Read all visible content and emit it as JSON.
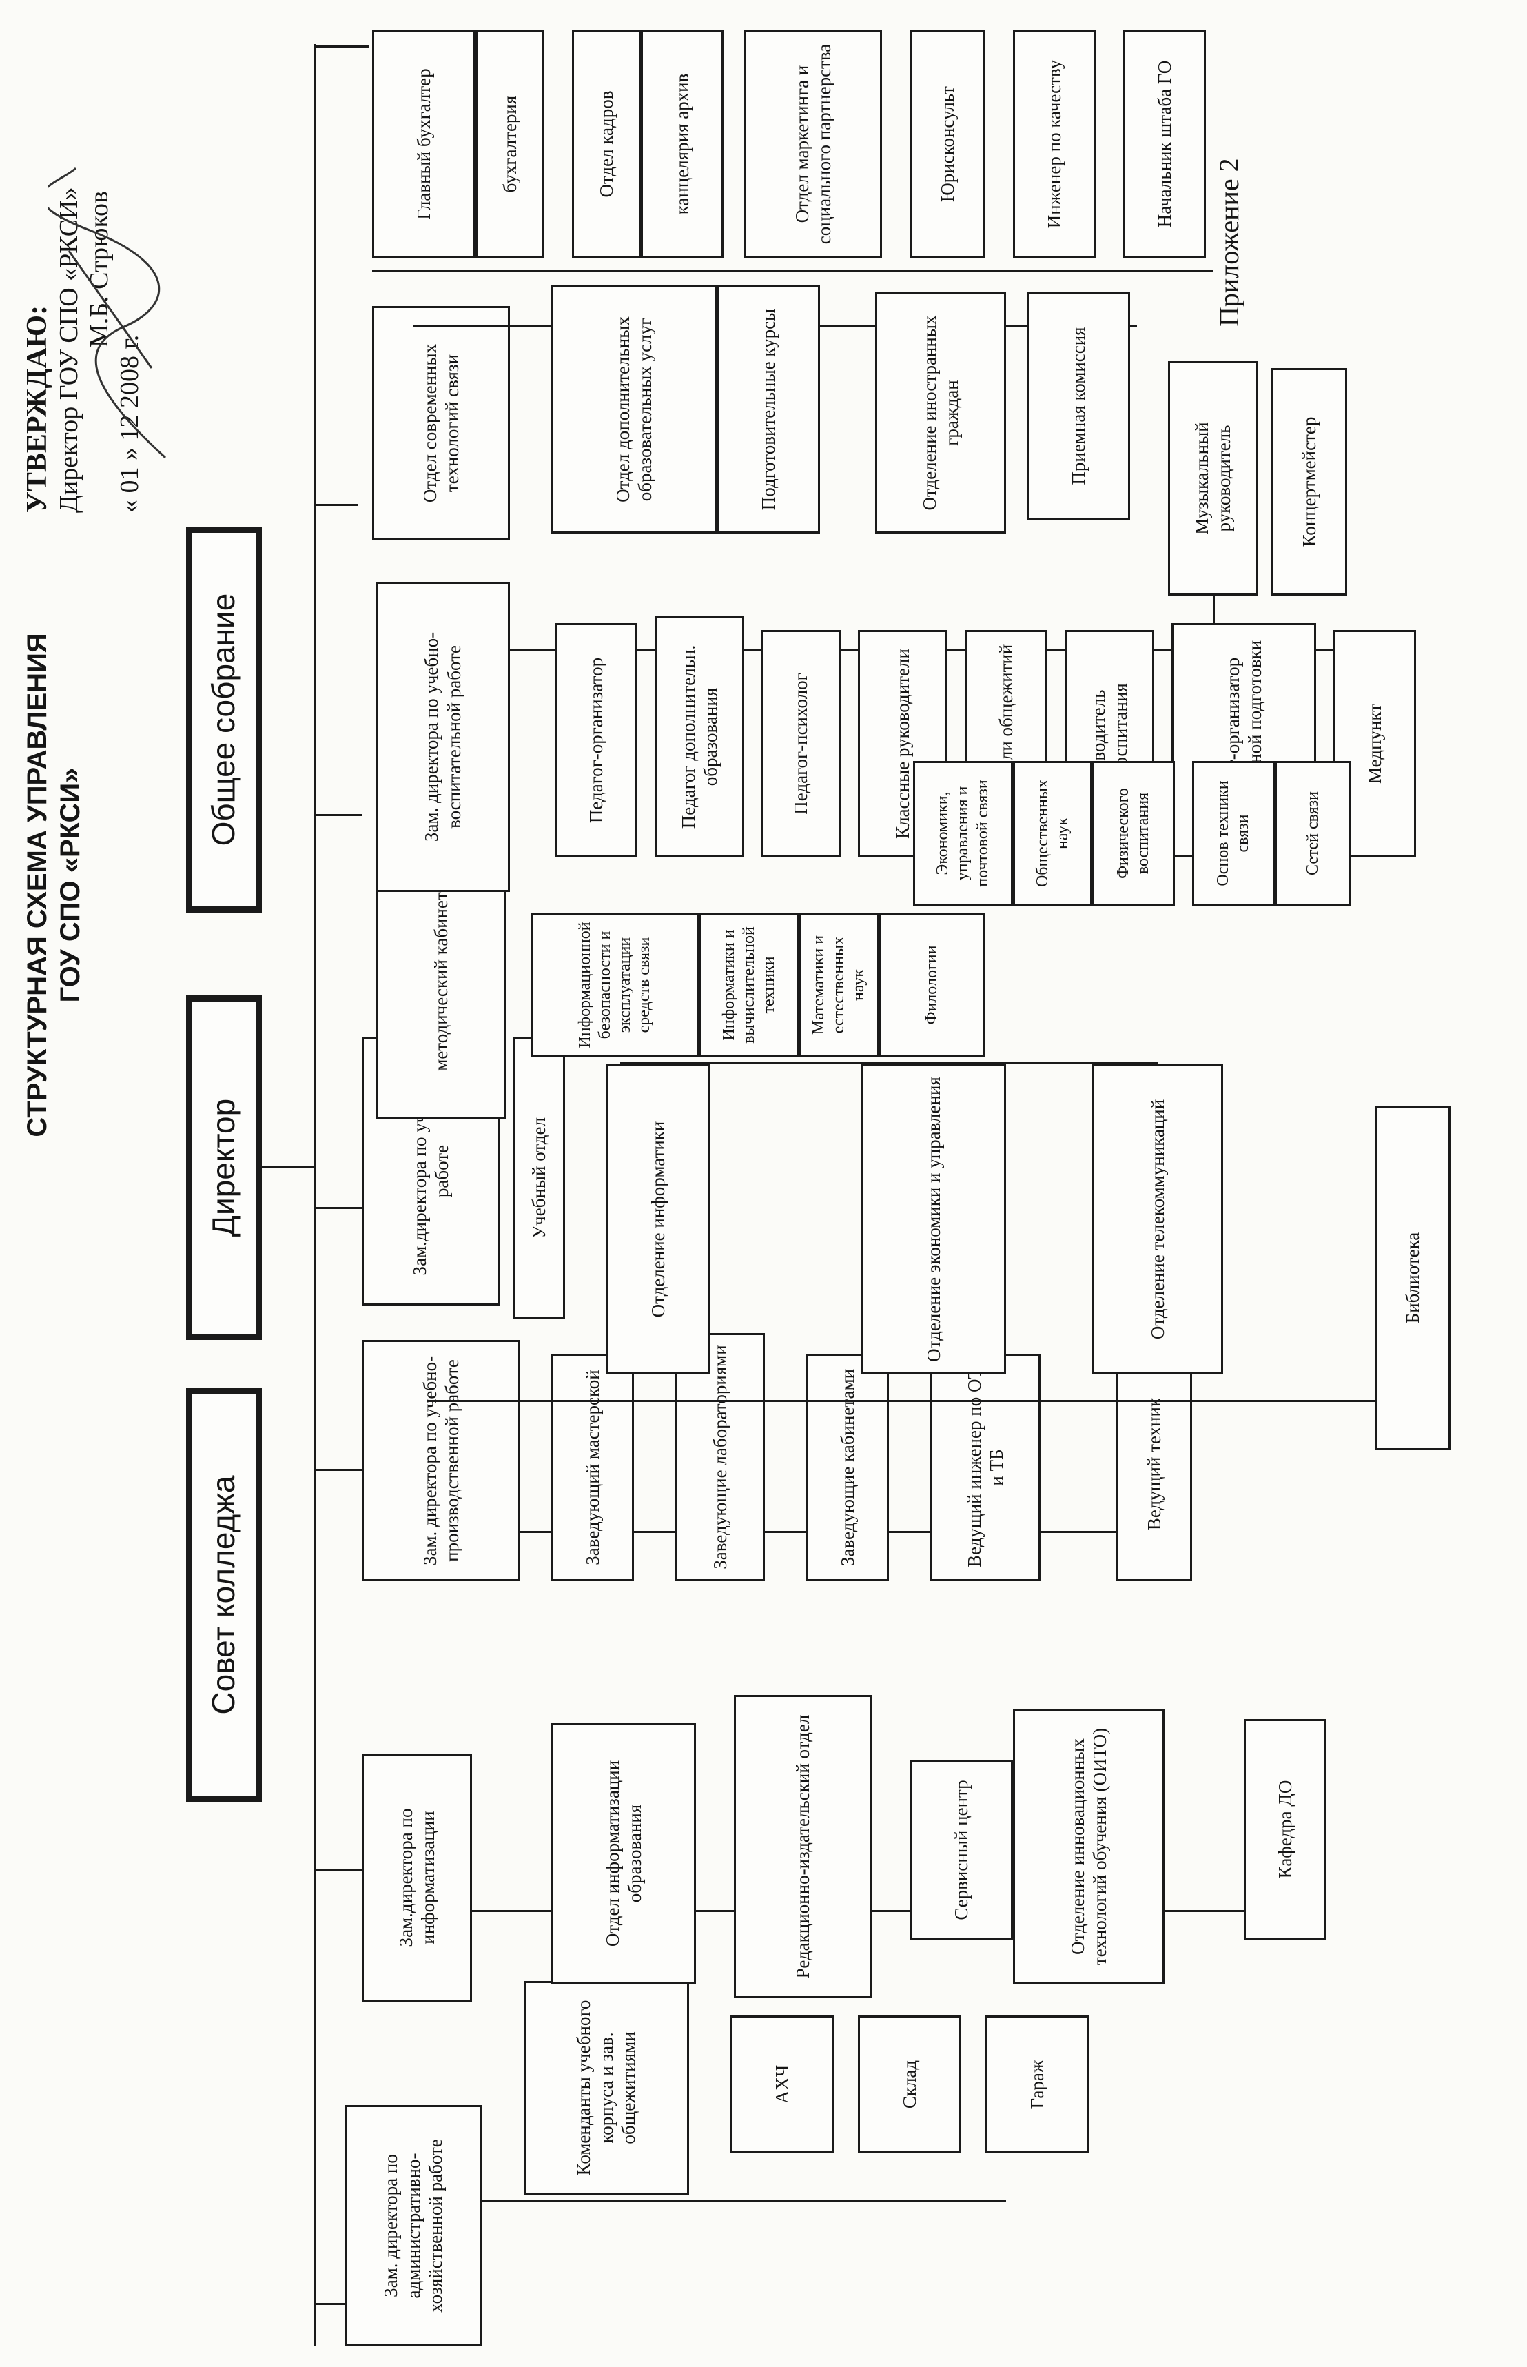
{
  "approval": {
    "heading": "УТВЕРЖДАЮ:",
    "line1": "Директор ГОУ СПО «РКСИ»",
    "line2": "М.Б. Стрюков",
    "line3": "« 01 » 12 2008 г."
  },
  "appendix_label": "Приложение 2",
  "title": {
    "line1": "СТРУКТУРНАЯ СХЕМА УПРАВЛЕНИЯ",
    "line2": "ГОУ СПО «РКСИ»"
  },
  "top": {
    "sovet": "Совет колледжа",
    "director": "Директор",
    "sobranie": "Общее собрание"
  },
  "col_aho": {
    "head": "Зам. директора по административно-хозяйственной работе",
    "items": [
      "Коменданты учебного корпуса и зав. общежитиями",
      "АХЧ",
      "Склад",
      "Гараж"
    ]
  },
  "col_inform": {
    "head": "Зам.директора по информатизации",
    "items": [
      "Отдел информатизации образования",
      "Редакционно-издательский отдел",
      "Сервисный центр",
      "Отделение инновационных технологий обучения (ОИТО)",
      "Кафедра ДО"
    ]
  },
  "col_prod": {
    "head": "Зам. директора по учебно-производственной работе",
    "items": [
      "Заведующий мастерской",
      "Заведующие лабораториями",
      "Заведующие кабинетами",
      "Ведущий инженер по ОТ и ТБ",
      "Ведущий техник"
    ]
  },
  "col_ucheb": {
    "head": "Зам.директора по учебной работе",
    "otdel": "Учебный отдел",
    "departments": [
      "Отделение информатики",
      "Отделение экономики и управления",
      "Отделение телекоммуникаций"
    ],
    "biblioteka": "Библиотека",
    "metod": "методический кабинет",
    "cycles_inf": [
      "Информационной безопасности и эксплуатации средств связи",
      "Информатики и вычислительной техники",
      "Математики и естественных наук",
      "Филологии"
    ],
    "cycles_econ": [
      "Экономики, управления и почтовой связи",
      "Общественных наук",
      "Физического воспитания"
    ],
    "cycles_tele": [
      "Основ техники связи",
      "Сетей связи"
    ]
  },
  "col_vosp": {
    "head": "Зам. директора по учебно-воспитательной работе",
    "items": [
      "Педагог-организатор",
      "Педагог дополнительн. образования",
      "Педагог-психолог",
      "Классные руководители",
      "Воспитатели общежитий",
      "Руководитель физвоспитания",
      "Педагог-организатор допризывной подготовки",
      "Медпункт"
    ],
    "music": [
      "Музыкальный руководитель",
      "Концертмейстер"
    ]
  },
  "col_mid": {
    "items": [
      "Отдел современных технологий связи",
      "Отдел дополнительных образовательных услуг",
      "Подготовительные курсы",
      "Отделение иностранных граждан",
      "Приемная комиссия"
    ]
  },
  "col_top": {
    "items": [
      "Главный бухгалтер",
      "бухгалтерия",
      "Отдел кадров",
      "канцелярия архив",
      "Отдел маркетинга и социального партнерства",
      "Юрисконсульт",
      "Инженер по качеству",
      "Начальник штаба ГО"
    ]
  }
}
